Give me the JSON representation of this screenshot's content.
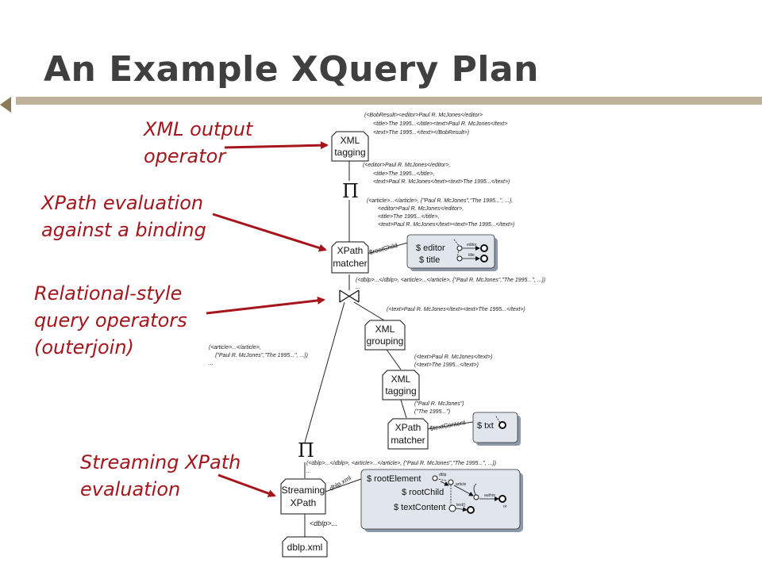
{
  "title": "An Example XQuery Plan",
  "callouts": {
    "xml_output": "XML output\noperator",
    "xpath_eval": "XPath evaluation\nagainst a binding",
    "relational": "Relational-style\nquery operators\n(outerjoin)",
    "streaming": "Streaming XPath\nevaluation"
  },
  "operators": {
    "xml_tagging_top": [
      "XML",
      "tagging"
    ],
    "xpath_matcher_top": [
      "XPath",
      "matcher"
    ],
    "xml_grouping": [
      "XML",
      "grouping"
    ],
    "xml_tagging_mid": [
      "XML",
      "tagging"
    ],
    "xpath_matcher_bottom": [
      "XPath",
      "matcher"
    ],
    "streaming_xpath": [
      "Streaming",
      "XPath"
    ],
    "dblp_xml": "dblp.xml",
    "pi_symbol": "Π"
  },
  "edge_labels": {
    "root_child": "$rootChild",
    "text_content": "$textContent",
    "dblp_xml": "dblp.xml"
  },
  "annotations": {
    "a1": [
      "(<BobResult><editor>Paul R. McJones</editor>",
      "<title>The 1995...</title><text>Paul R. McJones</text>",
      "<text>The 1995...</text></BobResult>)"
    ],
    "a2": [
      "(<editor>Paul R. McJones</editor>,",
      "<title>The 1995...</title>,",
      "<text>Paul R. McJones</text><text>The 1995...</text>)"
    ],
    "a3": [
      "(<article>...</article>, {\"Paul R. McJones\",\"The 1995...\", ...},",
      "<editor>Paul R. McJones</editor>,",
      "<title>The 1995...</title>,",
      "<text>Paul R. McJones</text><text>The 1995...</text>)"
    ],
    "a4": [
      "(<dblp>...</dblp>, <article>...</article>, {\"Paul R. McJones\",\"The 1995...\", ...})",
      "..."
    ],
    "a5": [
      "(<text>Paul R. McJones</text><text>The 1995...</text>)"
    ],
    "a6": [
      "(<article>...</article>,",
      "{\"Paul R. McJones\",\"The 1995...\", ...})",
      "..."
    ],
    "a7": [
      "(<text>Paul R. McJones</text>)",
      "(<text>The 1995...</text>)"
    ],
    "a8": [
      "(\"Paul R. McJones\")",
      "(\"The 1995...\")"
    ],
    "a9": [
      "(<dblp>...</dblp>, <article>...</article>, {\"Paul R. McJones\",\"The 1995...\", ...})",
      "..."
    ],
    "a10": "<dblp>..."
  },
  "bindings": {
    "editor_title": [
      "$ editor",
      "$ title"
    ],
    "txt": "$ txt",
    "streaming": [
      "$ rootElement",
      "$ rootChild",
      "$ textContent"
    ]
  },
  "small_labels": {
    "editor": "editor",
    "title": "title",
    "dblp": "dblp",
    "article": "article",
    "author": "author",
    "text": "text()",
    "or": "or"
  },
  "colors": {
    "accent": "#a5161c",
    "title": "#3f3f3f",
    "rule": "#bfb29a",
    "tab": "#8a7a58"
  }
}
